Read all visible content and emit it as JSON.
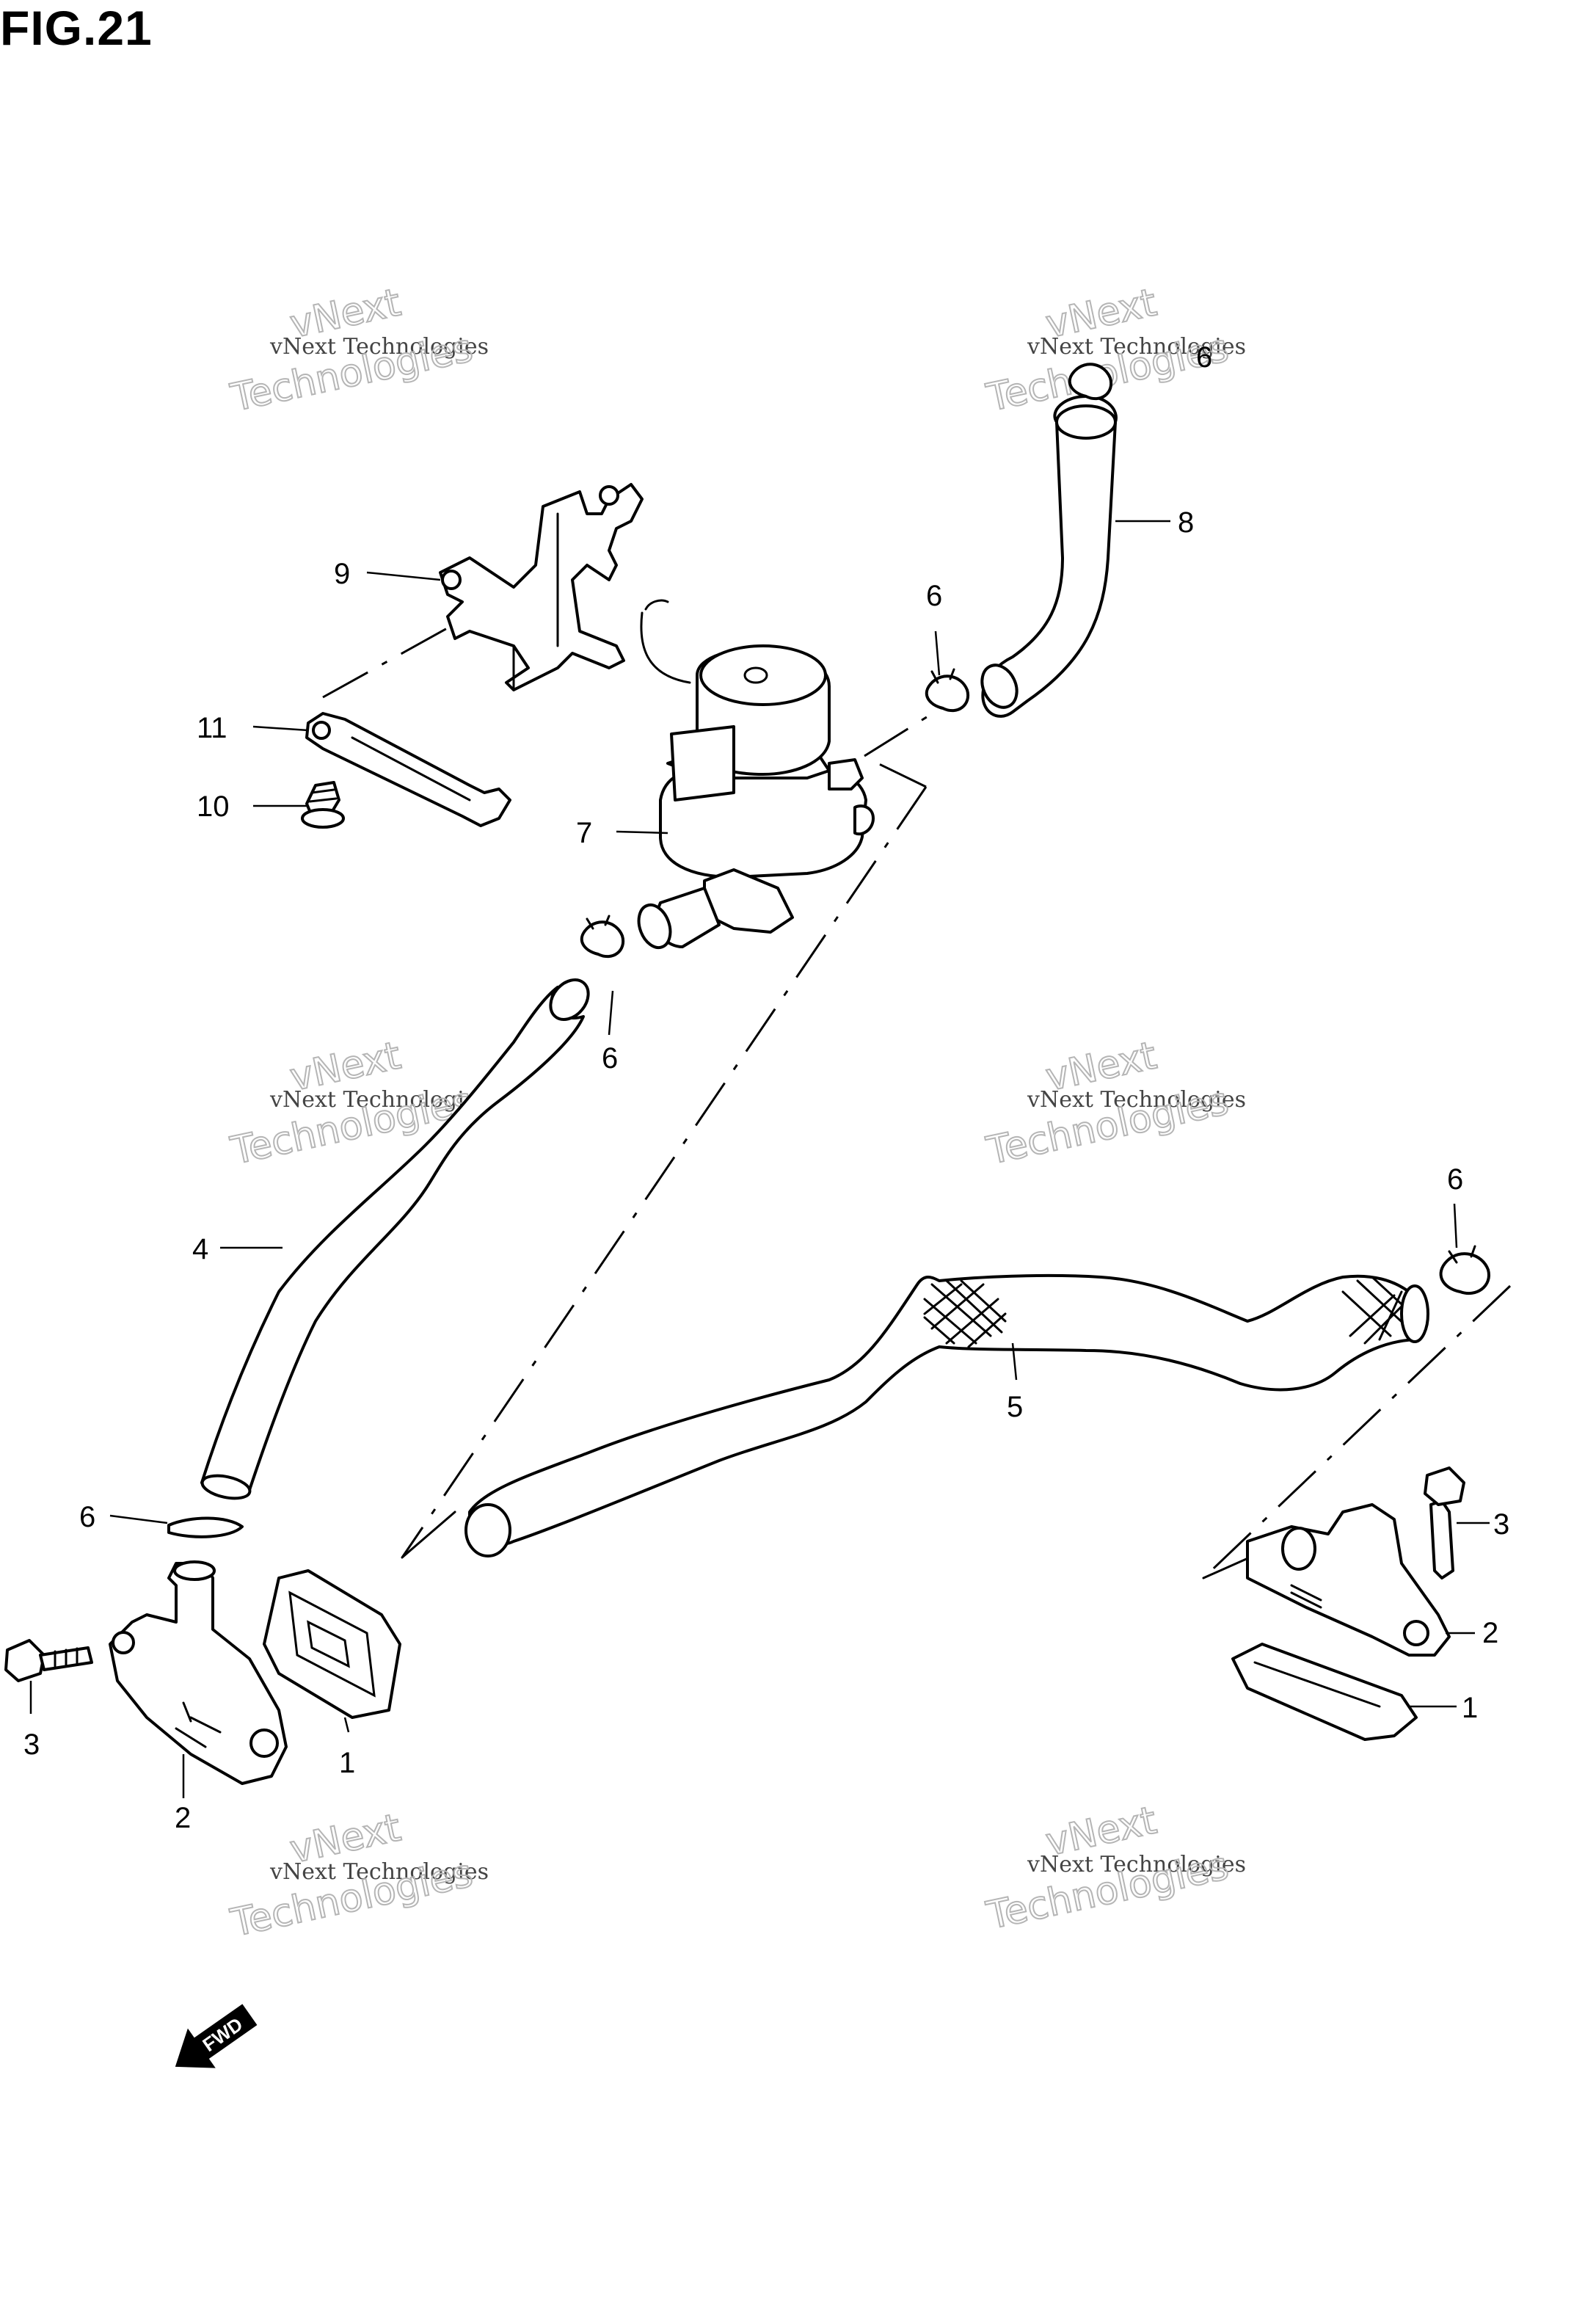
{
  "figure": {
    "title": "FIG.21"
  },
  "watermark": {
    "small": "vNext Technologies",
    "line1": "vNext",
    "line2": "Technologies"
  },
  "callouts": [
    "1",
    "1",
    "2",
    "2",
    "3",
    "3",
    "4",
    "5",
    "6",
    "6",
    "6",
    "6",
    "7",
    "8",
    "9",
    "10",
    "11",
    "6"
  ],
  "direction_marker": {
    "label": "FWD"
  },
  "colors": {
    "line": "#000000",
    "watermark": "#b5b5b5",
    "background": "#ffffff"
  }
}
